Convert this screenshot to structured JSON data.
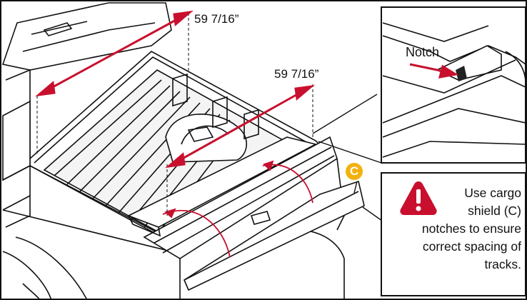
{
  "diagram": {
    "dimension_back": "59 7/16”",
    "dimension_front": "59 7/16”",
    "inset_label": "Notch",
    "part_badge": "C",
    "warning_lines": [
      "Use cargo",
      "shield (C)",
      "notches to ensure",
      "correct spacing of",
      "tracks."
    ],
    "icons": [
      "warning-icon"
    ],
    "colors": {
      "arrow": "#c8102e",
      "badge": "#f2b10e",
      "warning": "#c8102e",
      "line": "#111111"
    }
  }
}
